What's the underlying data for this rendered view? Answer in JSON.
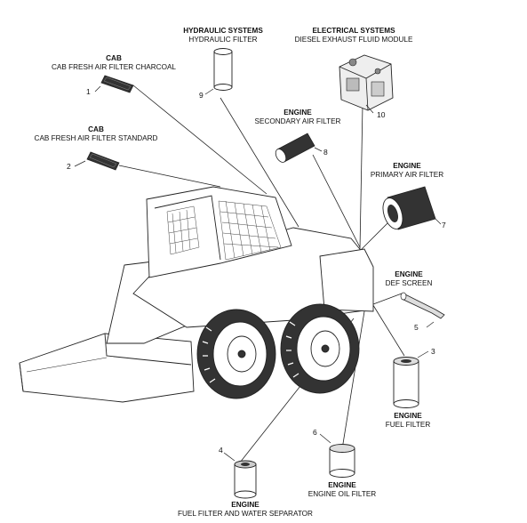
{
  "parts": [
    {
      "num": "1",
      "category": "CAB",
      "name": "CAB FRESH AIR FILTER CHARCOAL"
    },
    {
      "num": "2",
      "category": "CAB",
      "name": "CAB FRESH AIR FILTER STANDARD"
    },
    {
      "num": "3",
      "category": "ENGINE",
      "name": "FUEL FILTER"
    },
    {
      "num": "4",
      "category": "ENGINE",
      "name": "FUEL FILTER AND WATER SEPARATOR"
    },
    {
      "num": "5",
      "category": "ENGINE",
      "name": "DEF SCREEN"
    },
    {
      "num": "6",
      "category": "ENGINE",
      "name": "ENGINE OIL FILTER"
    },
    {
      "num": "7",
      "category": "ENGINE",
      "name": "PRIMARY AIR FILTER"
    },
    {
      "num": "8",
      "category": "ENGINE",
      "name": "SECONDARY AIR FILTER"
    },
    {
      "num": "9",
      "category": "HYDRAULIC SYSTEMS",
      "name": "HYDRAULIC FILTER"
    },
    {
      "num": "10",
      "category": "ELECTRICAL SYSTEMS",
      "name": "DIESEL EXHAUST FLUID MODULE"
    }
  ],
  "colors": {
    "line": "#222222",
    "fill": "#ffffff",
    "shade": "#d9d9d9",
    "dark": "#333333"
  }
}
